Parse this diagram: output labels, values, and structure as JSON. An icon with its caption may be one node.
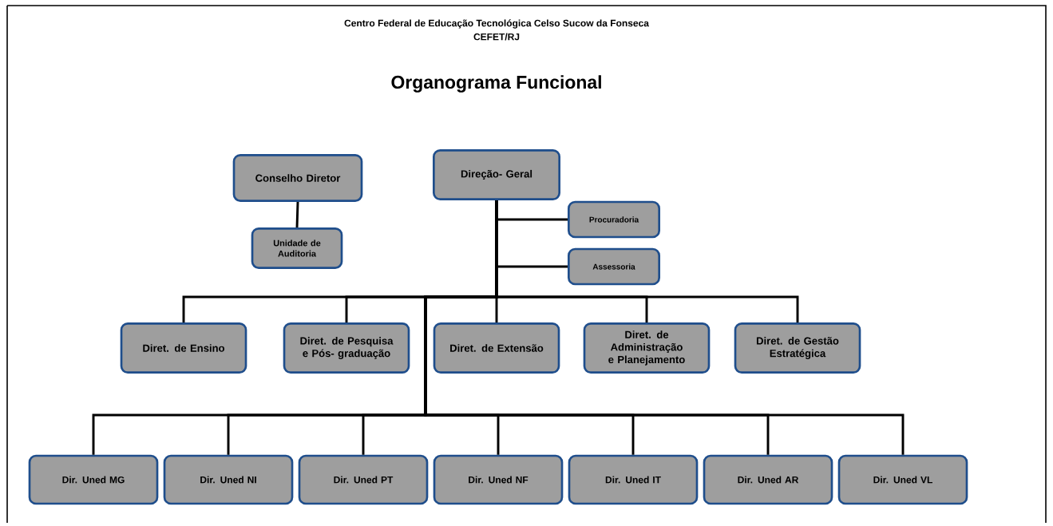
{
  "diagram": {
    "title": "Organograma Funcional",
    "nodes": [
      {
        "text": [
          "Conselho Diretor"
        ]
      },
      {
        "text": [
          "Direção- Geral"
        ]
      },
      {
        "text": [
          "Unidade de Auditoria"
        ]
      },
      {
        "text": [
          "Procuradoria"
        ]
      },
      {
        "text": [
          "Assessoria"
        ]
      },
      {
        "text": [
          "Diret. de Ensino"
        ]
      },
      {
        "text": [
          "Diret. de Pesquisa e Pós- graduação"
        ]
      },
      {
        "text": [
          "Diret. de Extensão"
        ]
      },
      {
        "text": [
          "Diret. de Administração e Planejamento"
        ]
      },
      {
        "text": [
          "Diret. de Gestão Estratégica"
        ]
      },
      {
        "text": [
          "Dir. Uned MG"
        ]
      },
      {
        "text": [
          "Dir. Uned NI"
        ]
      },
      {
        "text": [
          "Dir. Uned PT"
        ]
      },
      {
        "text": [
          "Dir. Uned NF"
        ]
      },
      {
        "text": [
          "Dir. Uned IT"
        ]
      },
      {
        "text": [
          "Dir. Uned AR"
        ]
      },
      {
        "text": [
          "Dir. Uned VL"
        ]
      }
    ],
    "edges": [
      {
        "from": 0,
        "to": 2,
        "arrow": "none"
      },
      {
        "from": 1,
        "to": 3,
        "arrow": "none"
      },
      {
        "from": 1,
        "to": 4,
        "arrow": "none"
      },
      {
        "from": 1,
        "to": 5,
        "arrow": "none"
      },
      {
        "from": 1,
        "to": 6,
        "arrow": "none"
      },
      {
        "from": 1,
        "to": 7,
        "arrow": "none"
      },
      {
        "from": 1,
        "to": 8,
        "arrow": "none"
      },
      {
        "from": 1,
        "to": 9,
        "arrow": "none"
      },
      {
        "from": 1,
        "to": 10,
        "arrow": "none"
      },
      {
        "from": 1,
        "to": 11,
        "arrow": "none"
      },
      {
        "from": 1,
        "to": 12,
        "arrow": "none"
      },
      {
        "from": 1,
        "to": 13,
        "arrow": "none"
      },
      {
        "from": 1,
        "to": 14,
        "arrow": "none"
      },
      {
        "from": 1,
        "to": 15,
        "arrow": "none"
      },
      {
        "from": 1,
        "to": 16,
        "arrow": "none"
      }
    ],
    "labels": [
      "Centro Federal de Educação Tecnológica Celso Sucow da Fonseca",
      "CEFET/RJ"
    ]
  }
}
